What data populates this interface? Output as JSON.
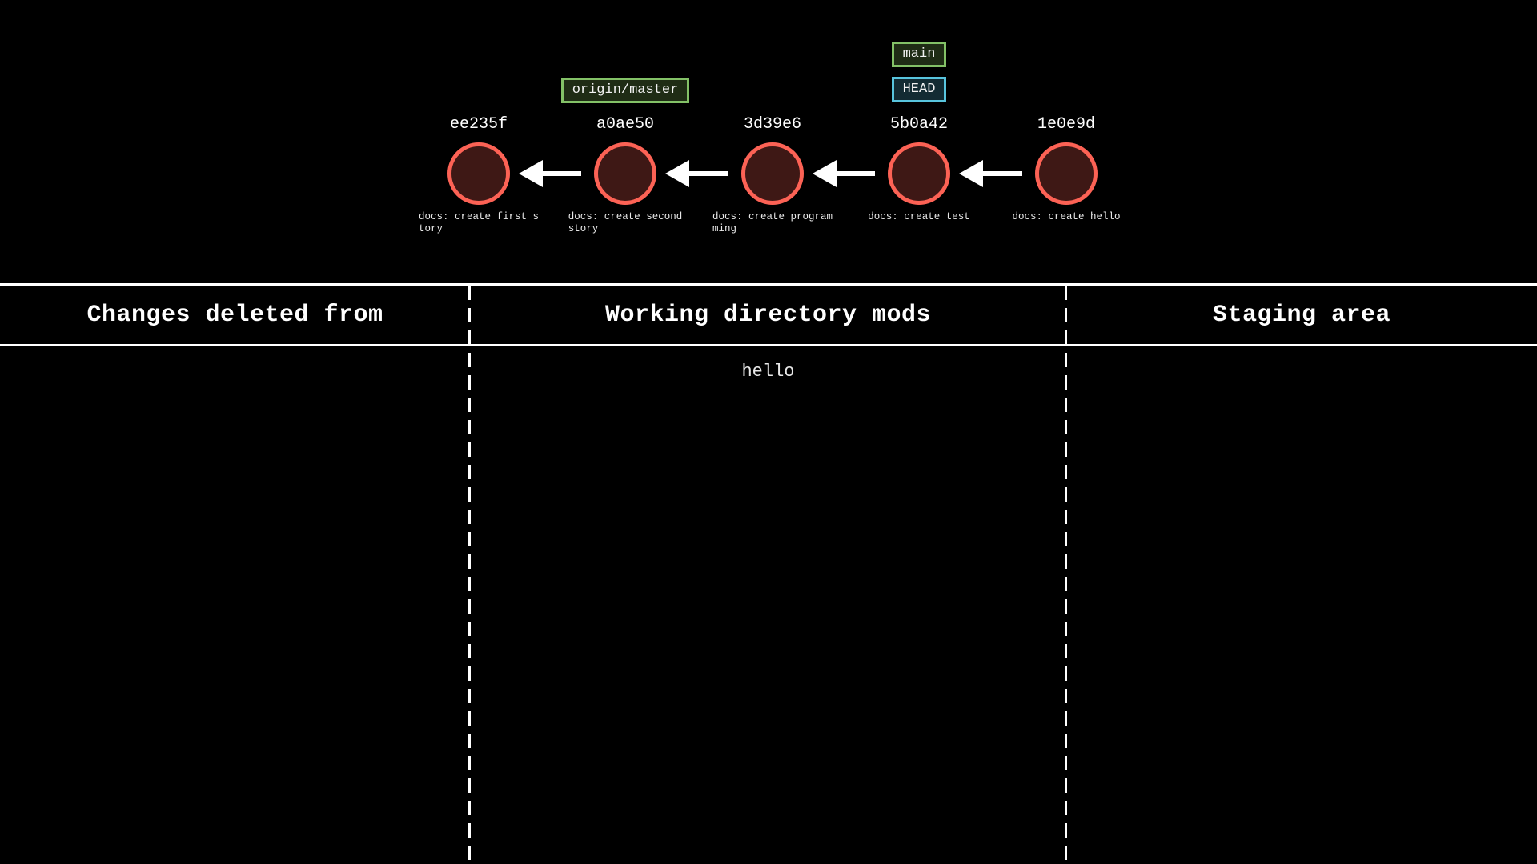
{
  "app": {
    "name": "git-sim-visualization",
    "background": "#000000"
  },
  "colors": {
    "commit_stroke": "#FC6255",
    "commit_fill": "#3E1815",
    "branch_border": "#83C167",
    "branch_fill": "#1f2c15",
    "head_border": "#58C4DD",
    "head_fill": "#132b33",
    "arrow": "#FFFFFF",
    "text": "#FFFFFF",
    "table_lines": "#FFFFFF"
  },
  "graph": {
    "commits": [
      {
        "hash": "ee235f",
        "message": "docs: create first s\ntory"
      },
      {
        "hash": "a0ae50",
        "message": "docs: create second\nstory"
      },
      {
        "hash": "3d39e6",
        "message": "docs: create program\nming"
      },
      {
        "hash": "5b0a42",
        "message": "docs: create test"
      },
      {
        "hash": "1e0e9d",
        "message": "docs: create hello"
      }
    ],
    "refs": [
      {
        "name": "origin/master",
        "commit": "a0ae50"
      },
      {
        "name": "main",
        "commit": "5b0a42"
      },
      {
        "name": "HEAD",
        "commit": "5b0a42"
      }
    ]
  },
  "table": {
    "columns": [
      {
        "header": "Changes deleted from",
        "items": []
      },
      {
        "header": "Working directory mods",
        "items": [
          "hello"
        ]
      },
      {
        "header": "Staging area",
        "items": []
      }
    ]
  }
}
